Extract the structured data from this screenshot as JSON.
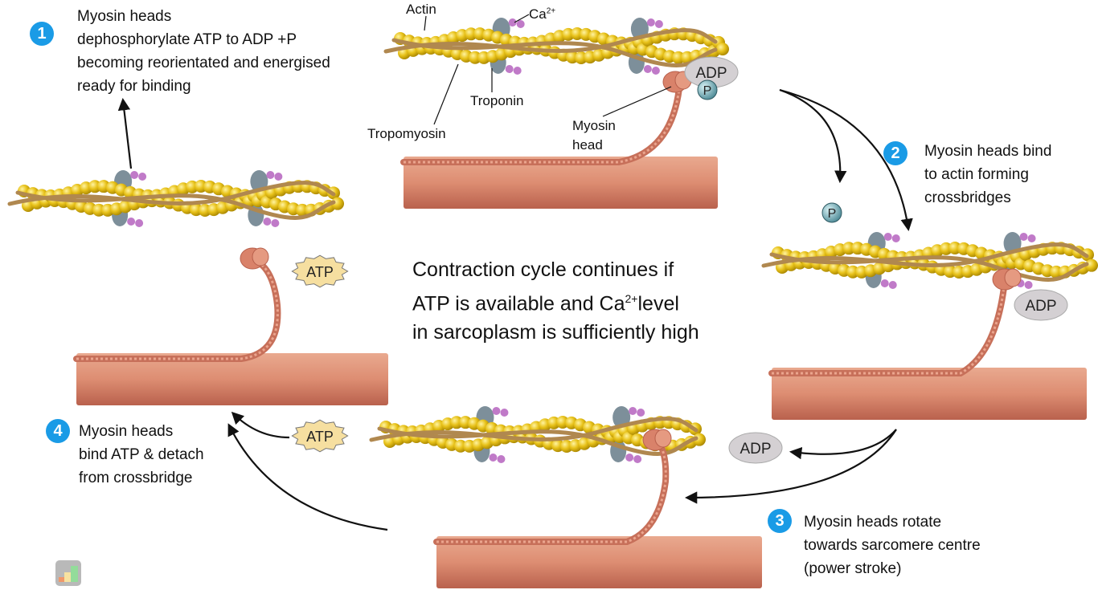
{
  "labels": {
    "actin": "Actin",
    "calcium": "Ca",
    "calcium_charge": "2+",
    "troponin": "Troponin",
    "tropomyosin": "Tropomyosin",
    "myosin_head": [
      "Myosin",
      "head"
    ]
  },
  "molecules": {
    "adp": "ADP",
    "atp": "ATP",
    "phosphate": "P"
  },
  "steps": [
    {
      "number": "1",
      "lines": [
        "Myosin heads",
        "dephosphorylate ATP to ADP +P",
        "becoming reorientated and energised",
        "ready for binding"
      ]
    },
    {
      "number": "2",
      "lines": [
        "Myosin heads bind",
        "to actin forming",
        "crossbridges"
      ]
    },
    {
      "number": "3",
      "lines": [
        "Myosin heads rotate",
        "towards sarcomere centre",
        "(power stroke)"
      ]
    },
    {
      "number": "4",
      "lines": [
        "Myosin heads",
        "bind ATP & detach",
        "from crossbridge"
      ]
    }
  ],
  "center_text": {
    "line1": "Contraction cycle continues if",
    "line2a": "ATP is available and Ca",
    "line2_sup": "2+",
    "line2b": "level",
    "line3": "in sarcoplasm is sufficiently high"
  },
  "colors": {
    "accent": "#1a9be6",
    "actin": "#e8c21a",
    "tropomyosin": "#b0884f",
    "troponin": "#7d8f9a",
    "calcium": "#c07ac8",
    "myosin": "#d9826a",
    "adp": "#d4d0d3",
    "atp": "#f6dfa0",
    "phosphate": "#7fb9c2"
  }
}
